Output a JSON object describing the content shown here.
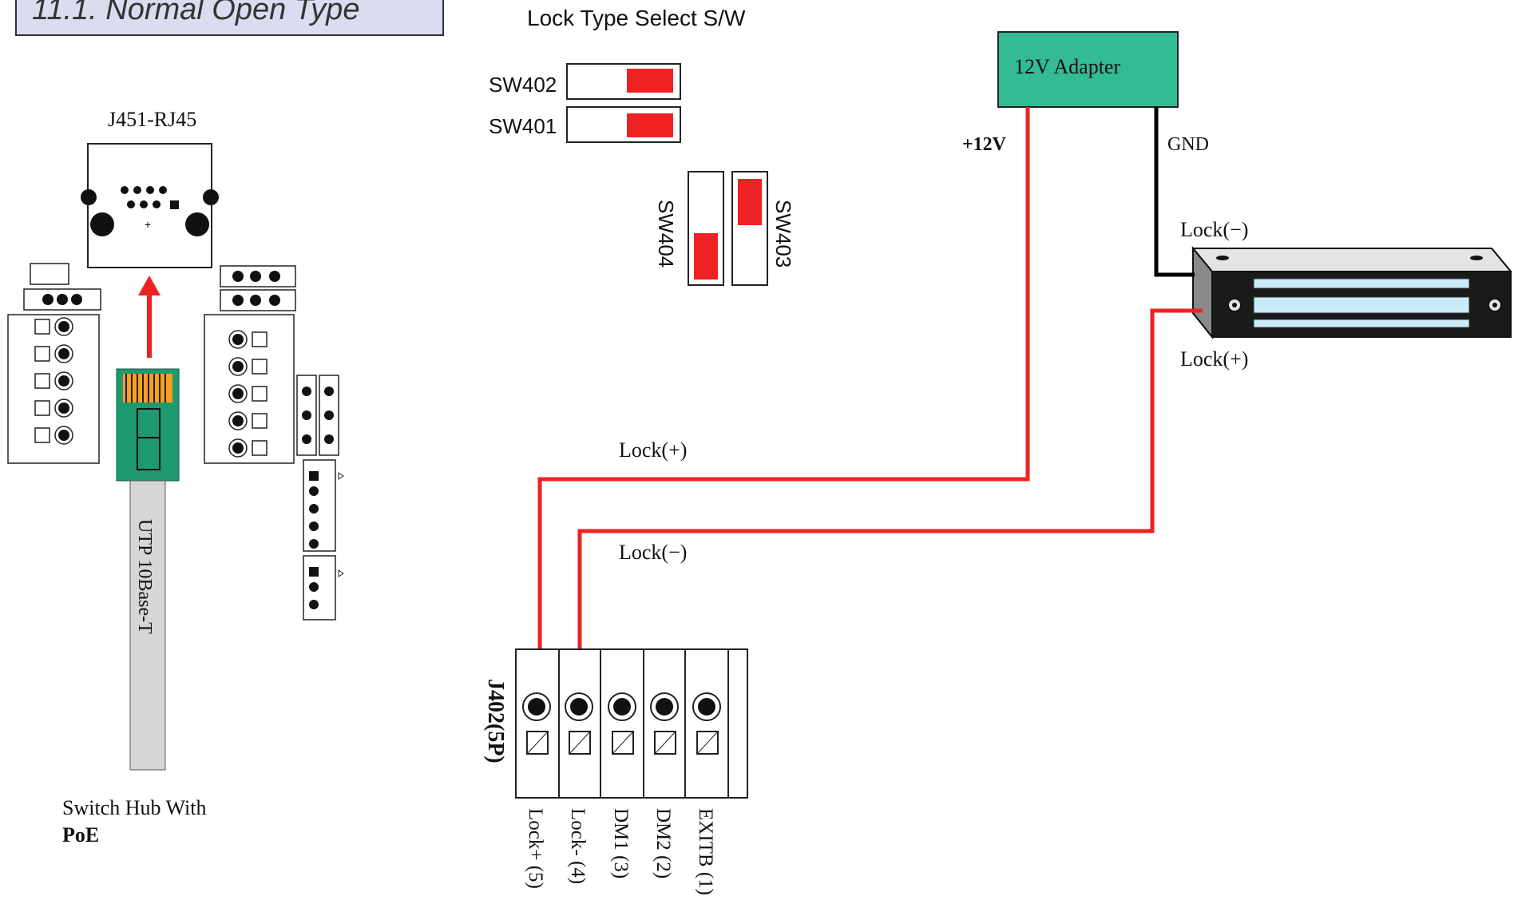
{
  "section_title": "11.1. Normal Open Type",
  "lock_type_title": "Lock Type Select S/W",
  "switches": {
    "sw402": "SW402",
    "sw401": "SW401",
    "sw404": "SW404",
    "sw403": "SW403"
  },
  "rj45_label": "J451-RJ45",
  "rj45_plus": "+",
  "cable_label": "UTP 10Base-T",
  "hub_label_line1": "Switch Hub With",
  "hub_label_line2": "PoE",
  "adapter_label": "12V Adapter",
  "v12_label": "+12V",
  "gnd_label": "GND",
  "lock_minus_top": "Lock(−)",
  "lock_plus_top": "Lock(+)",
  "lock_plus_wire": "Lock(+)",
  "lock_minus_wire": "Lock(−)",
  "connector_label": "J402(5P)",
  "pins": [
    "Lock+ (5)",
    "Lock- (4)",
    "DM1 (3)",
    "DM2 (2)",
    "EXITB (1)"
  ],
  "colors": {
    "red_wire": "#ee2222",
    "black_wire": "#000000",
    "adapter_fill": "#33bb94",
    "rj45_plug": "#1f9a6e",
    "title_box": "#dcdcf0",
    "cable_gray": "#d6d6d6",
    "switch_red": "#ee2222"
  }
}
